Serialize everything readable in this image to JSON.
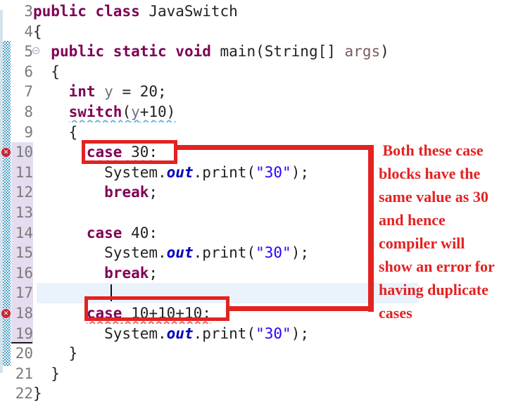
{
  "app": {
    "name": "java-code-editor",
    "file_class": "JavaSwitch"
  },
  "colors": {
    "keyword": "#7f0055",
    "plain": "#222222",
    "static_field": "#0000c0",
    "string": "#2a00ff",
    "parameter": "#7d5b5b",
    "local_variable": "#6a737d",
    "line_number": "#7a7a7a",
    "gutter_highlight": "#e5ddef",
    "current_line_highlight": "#eaf3fc",
    "range_indicator_blue": "#4aa0c8",
    "annotation_red": "#e32222",
    "error_icon_red": "#c4293a",
    "error_squiggle": "#e06666",
    "info_squiggle": "#74b6d8"
  },
  "icons": {
    "error_glyph": "✕",
    "fold_collapsed_glyph": "−"
  },
  "editor": {
    "lines": [
      {
        "num": 3,
        "tokens": [
          {
            "t": "public class",
            "s": "kw"
          },
          {
            "t": " JavaSwitch",
            "s": "pl"
          }
        ]
      },
      {
        "num": 4,
        "tokens": [
          {
            "t": "{",
            "s": "pl"
          }
        ]
      },
      {
        "num": 5,
        "fold": true,
        "tokens": [
          {
            "t": "  ",
            "s": "pl"
          },
          {
            "t": "public static void",
            "s": "kw"
          },
          {
            "t": " main(String[] ",
            "s": "pl"
          },
          {
            "t": "args",
            "s": "par"
          },
          {
            "t": ")",
            "s": "pl"
          }
        ]
      },
      {
        "num": 6,
        "tokens": [
          {
            "t": "  {",
            "s": "pl"
          }
        ]
      },
      {
        "num": 7,
        "tokens": [
          {
            "t": "    ",
            "s": "pl"
          },
          {
            "t": "int",
            "s": "kw"
          },
          {
            "t": " ",
            "s": "pl"
          },
          {
            "t": "y",
            "s": "var"
          },
          {
            "t": " = 20;",
            "s": "pl"
          }
        ]
      },
      {
        "num": 8,
        "tokens": [
          {
            "t": "    ",
            "s": "pl"
          },
          {
            "sq": "info",
            "parts": [
              {
                "t": "switch",
                "s": "kw"
              },
              {
                "t": "(",
                "s": "pl"
              },
              {
                "t": "y",
                "s": "var"
              },
              {
                "t": "+10)",
                "s": "pl"
              }
            ]
          }
        ]
      },
      {
        "num": 9,
        "tokens": [
          {
            "t": "    {",
            "s": "pl"
          }
        ]
      },
      {
        "num": 10,
        "error": true,
        "gutter_hl": true,
        "tokens": [
          {
            "t": "      ",
            "s": "pl"
          },
          {
            "sq": "err",
            "parts": [
              {
                "t": "case",
                "s": "kw"
              },
              {
                "t": " 30:",
                "s": "pl"
              }
            ]
          }
        ]
      },
      {
        "num": 11,
        "gutter_hl": true,
        "tokens": [
          {
            "t": "        System.",
            "s": "pl"
          },
          {
            "t": "out",
            "s": "fld"
          },
          {
            "t": ".print(",
            "s": "pl"
          },
          {
            "t": "\"30\"",
            "s": "str"
          },
          {
            "t": ");",
            "s": "pl"
          }
        ]
      },
      {
        "num": 12,
        "gutter_hl": true,
        "tokens": [
          {
            "t": "        ",
            "s": "pl"
          },
          {
            "t": "break",
            "s": "kw"
          },
          {
            "t": ";",
            "s": "pl"
          }
        ]
      },
      {
        "num": 13,
        "gutter_hl": true,
        "tokens": []
      },
      {
        "num": 14,
        "gutter_hl": true,
        "tokens": [
          {
            "t": "      ",
            "s": "pl"
          },
          {
            "t": "case",
            "s": "kw"
          },
          {
            "t": " 40:",
            "s": "pl"
          }
        ]
      },
      {
        "num": 15,
        "gutter_hl": true,
        "tokens": [
          {
            "t": "        System.",
            "s": "pl"
          },
          {
            "t": "out",
            "s": "fld"
          },
          {
            "t": ".print(",
            "s": "pl"
          },
          {
            "t": "\"30\"",
            "s": "str"
          },
          {
            "t": ");",
            "s": "pl"
          }
        ]
      },
      {
        "num": 16,
        "gutter_hl": true,
        "tokens": [
          {
            "t": "        ",
            "s": "pl"
          },
          {
            "t": "break",
            "s": "kw"
          },
          {
            "t": ";",
            "s": "pl"
          }
        ]
      },
      {
        "num": 17,
        "gutter_hl": true,
        "current": true,
        "caret": true,
        "tokens": []
      },
      {
        "num": 18,
        "error": true,
        "gutter_hl": true,
        "tokens": [
          {
            "t": "      ",
            "s": "pl"
          },
          {
            "sq": "err",
            "parts": [
              {
                "t": "case",
                "s": "kw"
              },
              {
                "t": " 10+10+10:",
                "s": "pl"
              }
            ]
          }
        ]
      },
      {
        "num": 19,
        "gutter_hl": true,
        "underline": true,
        "tokens": [
          {
            "t": "        System.",
            "s": "pl"
          },
          {
            "t": "out",
            "s": "fld"
          },
          {
            "t": ".print(",
            "s": "pl"
          },
          {
            "t": "\"30\"",
            "s": "str"
          },
          {
            "t": ");",
            "s": "pl"
          }
        ]
      },
      {
        "num": 20,
        "tokens": [
          {
            "t": "    }",
            "s": "pl"
          }
        ]
      },
      {
        "num": 21,
        "tokens": [
          {
            "t": "  }",
            "s": "pl"
          }
        ]
      },
      {
        "num": 22,
        "tokens": [
          {
            "t": "}",
            "s": "pl"
          }
        ]
      }
    ]
  },
  "annotation": {
    "lines": [
      " Both these case",
      "blocks have the",
      "same value as 30",
      "and hence",
      "compiler will",
      "show an error for",
      "having duplicate",
      "cases"
    ]
  }
}
